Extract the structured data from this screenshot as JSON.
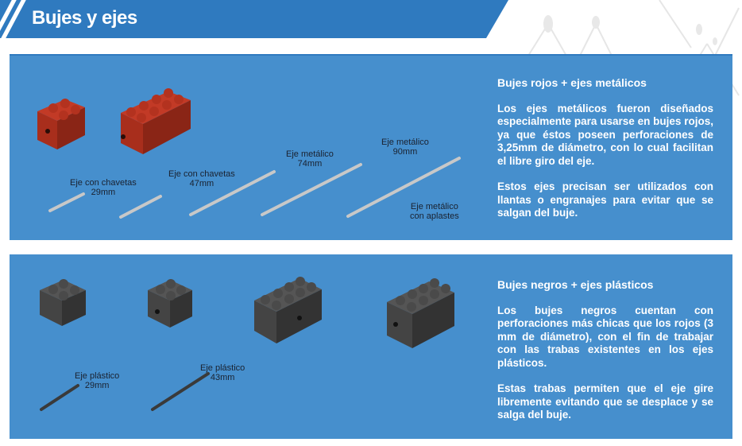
{
  "header": {
    "title": "Bujes y ejes"
  },
  "section1": {
    "heading": "Bujes rojos + ejes metálicos",
    "paragraphs": [
      "Los ejes metálicos fueron diseñados especialmente para usarse en bujes rojos, ya que éstos poseen perforaciones de 3,25mm de diámetro, con lo cual facilitan el libre giro del eje.",
      "Estos ejes precisan ser utilizados con llantas o engranajes para evitar que se salgan del buje."
    ],
    "labels": [
      {
        "name": "Eje con chavetas",
        "size": "29mm"
      },
      {
        "name": "Eje con chavetas",
        "size": "47mm"
      },
      {
        "name": "Eje metálico",
        "size": "74mm"
      },
      {
        "name": "Eje metálico",
        "size": "90mm"
      },
      {
        "name": "Eje metálico",
        "size": "con aplastes"
      }
    ]
  },
  "section2": {
    "heading": "Bujes negros + ejes plásticos",
    "paragraphs": [
      "Los bujes negros cuentan con perforaciones más chicas que los rojos (3 mm de diámetro), con el fin de trabajar con las trabas existentes en los ejes plásticos.",
      "Estas trabas permiten que el eje gire libremente evitando que se desplace y se salga del buje."
    ],
    "labels": [
      {
        "name": "Eje plástico",
        "size": "29mm"
      },
      {
        "name": "Eje plástico",
        "size": "43mm"
      }
    ]
  },
  "colors": {
    "header": "#2f7abf",
    "panel": "#468fcd",
    "red_buje": "#b8321f",
    "black_buje": "#4a4a4a"
  }
}
